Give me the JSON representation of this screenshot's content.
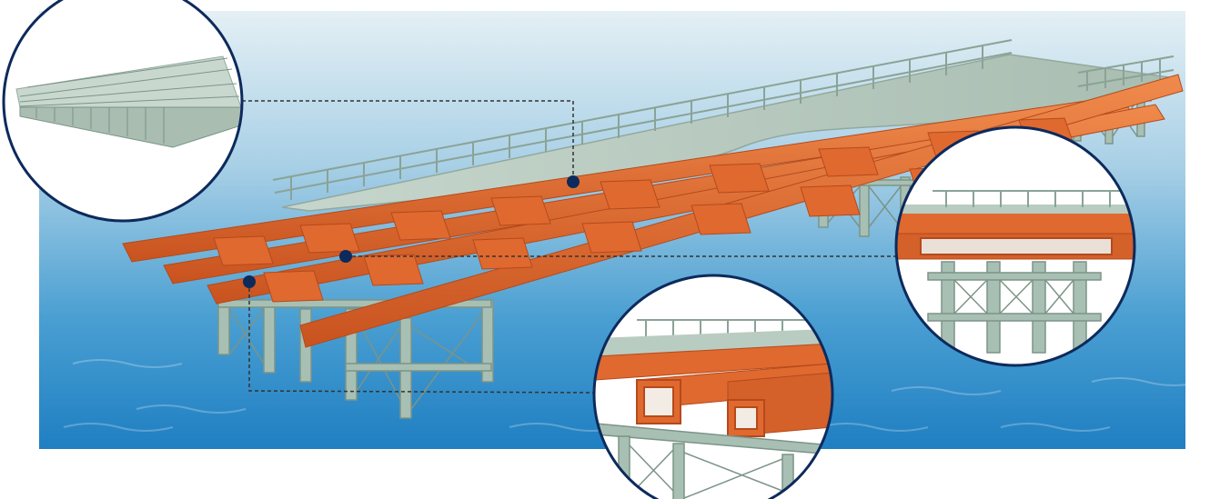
{
  "colors": {
    "sea_light": "#cfe4ee",
    "sea_mid": "#6fb3d8",
    "sea_deep": "#1e7fc0",
    "girder": "#e0692f",
    "girder_dark": "#b44a1c",
    "deck": "#b9ccc1",
    "deck_dark": "#93a89c",
    "pier": "#a8c0b4",
    "pier_dark": "#7c9488",
    "callout_ring": "#0d2a5c",
    "marker": "#0d2a5c",
    "leader_line": "#333333"
  },
  "callouts": [
    {
      "name": "deck-panel-detail"
    },
    {
      "name": "girder-cross-section-detail"
    },
    {
      "name": "box-girder-end-detail"
    }
  ]
}
